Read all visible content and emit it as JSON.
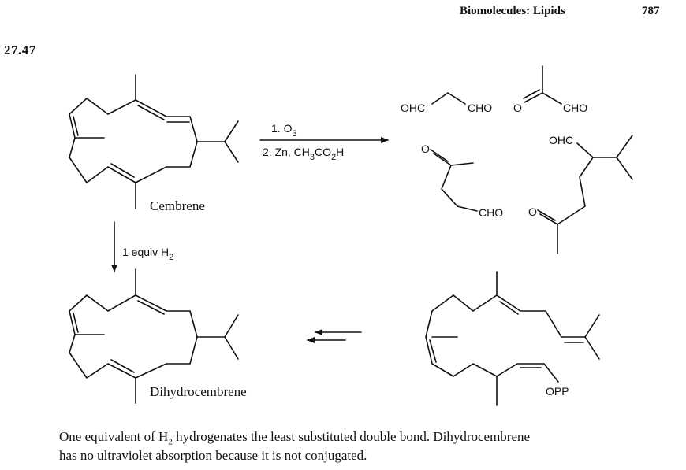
{
  "header": {
    "running_title": "Biomolecules:  Lipids",
    "page_number": "787"
  },
  "problem_number": "27.47",
  "labels": {
    "cembrene": "Cembrene",
    "dihydrocembrene": "Dihydrocembrene"
  },
  "reagents": {
    "ozonolysis_step1": "1. O",
    "ozonolysis_step1_sub": "3",
    "ozonolysis_step2_pre": "2. Zn, CH",
    "ozonolysis_step2_sub1": "3",
    "ozonolysis_step2_mid": "CO",
    "ozonolysis_step2_sub2": "2",
    "ozonolysis_step2_post": "H",
    "hydrogenation_pre": "1 equiv H",
    "hydrogenation_sub": "2"
  },
  "fragments": {
    "ohc": "OHC",
    "cho": "CHO",
    "o": "O",
    "opp": "OPP"
  },
  "answer": {
    "line1_pre": "One equivalent of H",
    "line1_sub": "2",
    "line1_post": " hydrogenates the least substituted double bond. Dihydrocembrene",
    "line2": "has no ultraviolet absorption because it is not conjugated."
  }
}
